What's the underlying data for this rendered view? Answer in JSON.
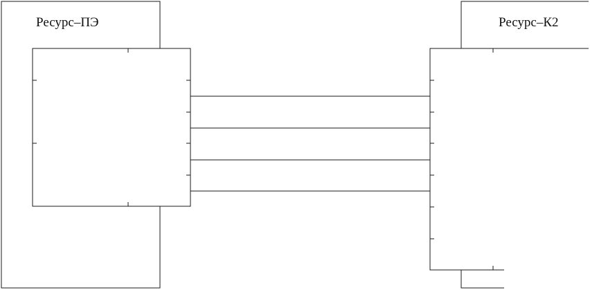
{
  "blocks": {
    "left": {
      "title": "Ресурс–ПЭ"
    },
    "right": {
      "title": "Ресурс–К2"
    }
  },
  "connections": {
    "count": 4
  },
  "colors": {
    "stroke": "#1a1a1a",
    "background": "#ffffff"
  }
}
